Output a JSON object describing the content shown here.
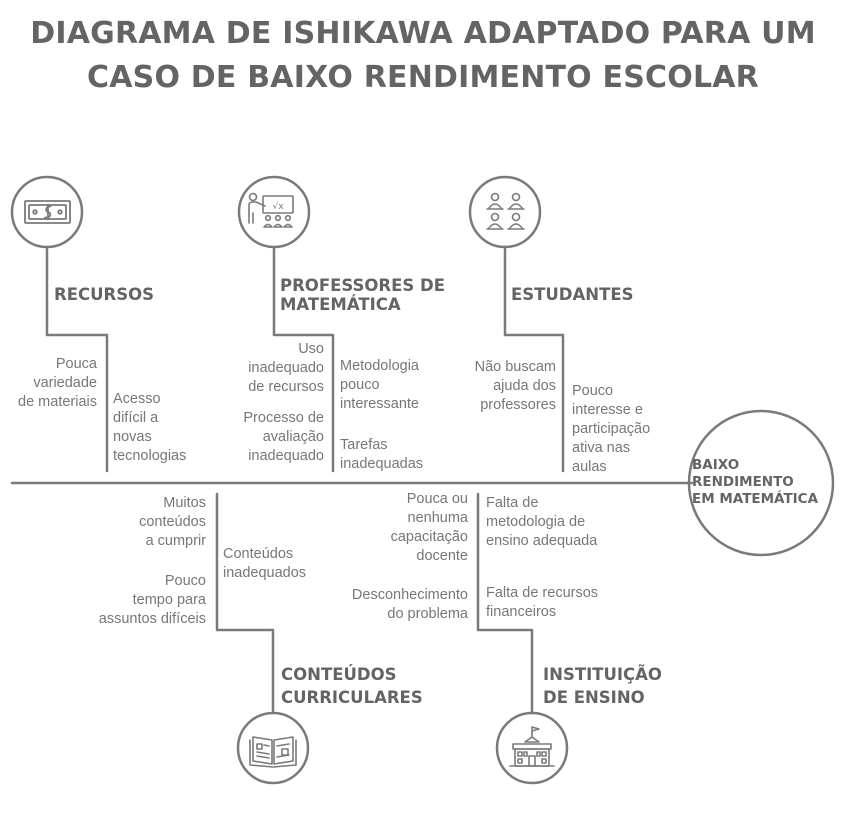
{
  "title": {
    "line1": "DIAGRAMA DE ISHIKAWA ADAPTADO PARA UM",
    "line2": "CASO DE BAIXO RENDIMENTO ESCOLAR"
  },
  "effect": {
    "line1": "BAIXO",
    "line2": "RENDIMENTO",
    "line3": "EM MATEMÁTICA"
  },
  "categories": {
    "recursos": {
      "title": "RECURSOS",
      "icon": "money-icon",
      "causes_left": [
        "Pouca",
        "variedade",
        "de materiais"
      ],
      "causes_right": [
        "Acesso",
        "difícil a",
        "novas",
        "tecnologias"
      ]
    },
    "professores": {
      "title_line1": "PROFESSORES DE",
      "title_line2": "MATEMÁTICA",
      "icon": "teacher-icon",
      "causes_left_1": [
        "Uso",
        "inadequado",
        "de recursos"
      ],
      "causes_left_2": [
        "Processo de",
        "avaliação",
        "inadequado"
      ],
      "causes_right_1": [
        "Metodologia",
        "pouco",
        "interessante"
      ],
      "causes_right_2": [
        "Tarefas",
        "inadequadas"
      ]
    },
    "estudantes": {
      "title": "ESTUDANTES",
      "icon": "students-icon",
      "causes_left": [
        "Não buscam",
        "ajuda dos",
        "professores"
      ],
      "causes_right": [
        "Pouco",
        "interesse e",
        "participação",
        "ativa nas",
        "aulas"
      ]
    },
    "conteudos": {
      "title_line1": "CONTEÚDOS",
      "title_line2": "CURRICULARES",
      "icon": "book-icon",
      "causes_left_1": [
        "Muitos",
        "conteúdos",
        "a cumprir"
      ],
      "causes_left_2": [
        "Pouco",
        "tempo para",
        "assuntos difíceis"
      ],
      "causes_right": [
        "Conteúdos",
        "inadequados"
      ]
    },
    "instituicao": {
      "title_line1": "INSTITUIÇÃO",
      "title_line2": "DE ENSINO",
      "icon": "school-building-icon",
      "causes_left_1": [
        "Pouca ou",
        "nenhuma",
        "capacitação",
        "docente"
      ],
      "causes_left_2": [
        "Desconhecimento",
        "do problema"
      ],
      "causes_right_1": [
        "Falta de",
        "metodologia de",
        "ensino adequada"
      ],
      "causes_right_2": [
        "Falta de recursos",
        "financeiros"
      ]
    }
  },
  "colors": {
    "line": "#7a7a7a",
    "text": "#777777",
    "heading": "#646464"
  }
}
